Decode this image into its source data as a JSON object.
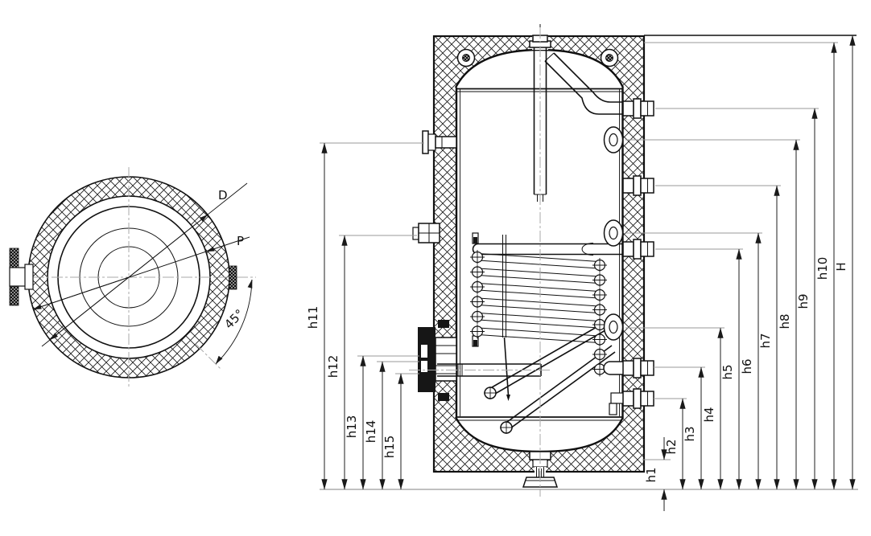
{
  "colors": {
    "ink": "#111111",
    "dimension_line": "#333333",
    "extension_line": "#999999",
    "centerline": "#aaaaaa",
    "paper": "#ffffff"
  },
  "top_view": {
    "outer_diameter_label": "D",
    "shell_diameter_label": "P",
    "angle_label": "45°"
  },
  "side_view": {
    "right_height_labels": [
      "h1",
      "h2",
      "h3",
      "h4",
      "h5",
      "h6",
      "h7",
      "h8",
      "h9",
      "h10"
    ],
    "overall_height_label": "H",
    "left_height_labels": [
      "h11",
      "h12",
      "h13",
      "h14",
      "h15"
    ]
  }
}
